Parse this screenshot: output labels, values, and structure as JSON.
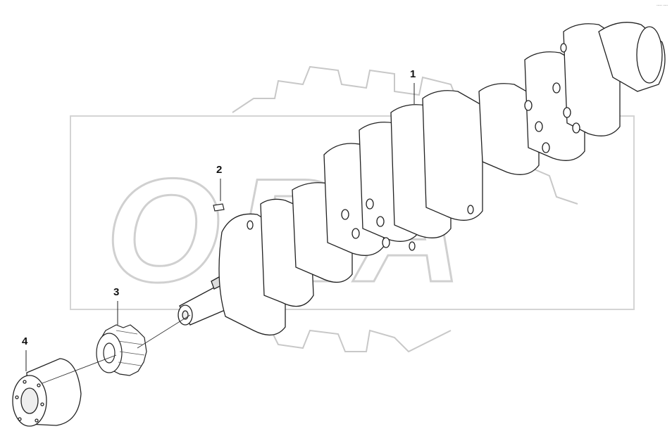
{
  "diagram": {
    "watermark_text": "ORA",
    "corner_code": "..... ....",
    "callouts": [
      {
        "id": "1",
        "label": "1",
        "part": "crankshaft"
      },
      {
        "id": "2",
        "label": "2",
        "part": "key"
      },
      {
        "id": "3",
        "label": "3",
        "part": "gear"
      },
      {
        "id": "4",
        "label": "4",
        "part": "pulley-hub"
      }
    ]
  }
}
